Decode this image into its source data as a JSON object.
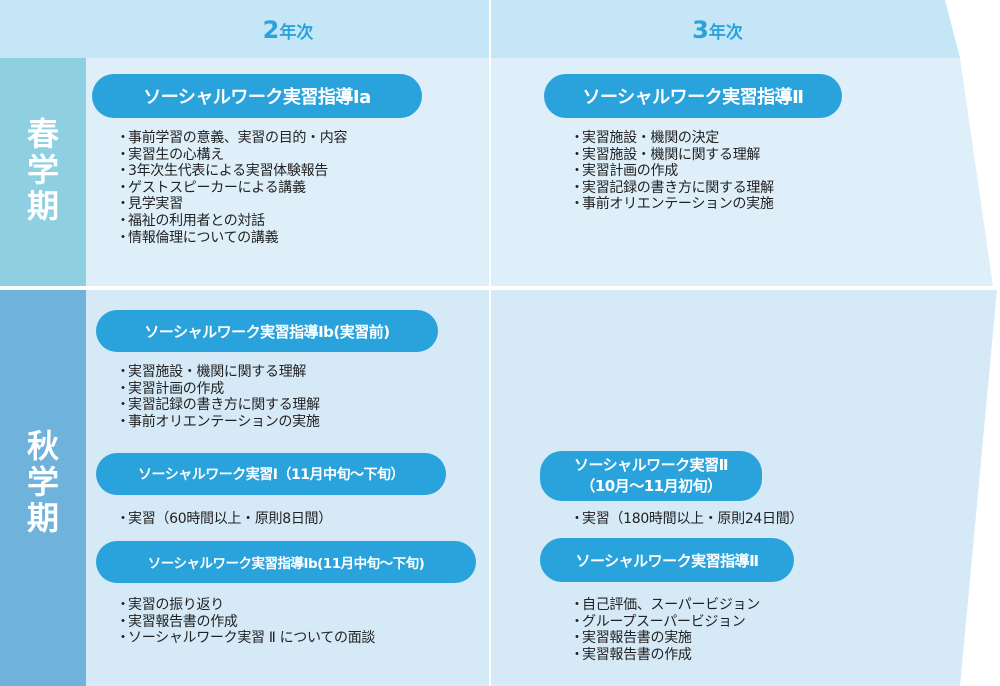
{
  "header": {
    "year2": {
      "num": "2",
      "unit": "年次"
    },
    "year3": {
      "num": "3",
      "unit": "年次"
    }
  },
  "terms": {
    "spring": [
      "春",
      "学",
      "期"
    ],
    "autumn": [
      "秋",
      "学",
      "期"
    ]
  },
  "spring": {
    "y2": {
      "pill": "ソーシャルワーク実習指導Ⅰa",
      "items": [
        "事前学習の意義、実習の目的・内容",
        "実習生の心構え",
        "3年次生代表による実習体験報告",
        "ゲストスピーカーによる講義",
        "見学実習",
        "福祉の利用者との対話",
        "情報倫理についての講義"
      ]
    },
    "y3": {
      "pill": "ソーシャルワーク実習指導Ⅱ",
      "items": [
        "実習施設・機関の決定",
        "実習施設・機関に関する理解",
        "実習計画の作成",
        "実習記録の書き方に関する理解",
        "事前オリエンテーションの実施"
      ]
    }
  },
  "autumn": {
    "y2": [
      {
        "pill": "ソーシャルワーク実習指導Ⅰb(実習前)",
        "items": [
          "実習施設・機関に関する理解",
          "実習計画の作成",
          "実習記録の書き方に関する理解",
          "事前オリエンテーションの実施"
        ]
      },
      {
        "pill": "ソーシャルワーク実習Ⅰ（11月中旬～下旬）",
        "items": [
          "実習（60時間以上・原則8日間）"
        ]
      },
      {
        "pill": "ソーシャルワーク実習指導Ⅰb(11月中旬～下旬)",
        "items": [
          "実習の振り返り",
          "実習報告書の作成",
          "ソーシャルワーク実習 Ⅱ についての面談"
        ]
      }
    ],
    "y3": [
      {
        "pill_line1": "ソーシャルワーク実習Ⅱ",
        "pill_line2": "（10月～11月初旬）",
        "items": [
          "実習（180時間以上・原則24日間）"
        ]
      },
      {
        "pill": "ソーシャルワーク実習指導Ⅱ",
        "items": [
          "自己評価、スーパービジョン",
          "グループスーパービジョン",
          "実習報告書の実施",
          "実習報告書の作成"
        ]
      }
    ]
  },
  "colors": {
    "header_band": "#c4e6f6",
    "panel_light": "#deeffa",
    "panel_autumn": "#d6e9f7",
    "spring_label": "#8ecfe2",
    "autumn_label": "#6fb3dc",
    "pill": "#2aa3dc",
    "year_text": "#2aa3dc"
  }
}
